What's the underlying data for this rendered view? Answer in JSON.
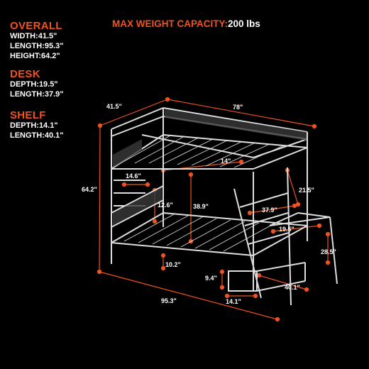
{
  "overall": {
    "title": "OVERALL",
    "width": "WIDTH:41.5\"",
    "length": "LENGTH:95.3\"",
    "height": "HEIGHT:64.2\""
  },
  "desk": {
    "title": "DESK",
    "depth": "DEPTH:19.5\"",
    "length": "LENGTH:37.9\""
  },
  "shelf": {
    "title": "SHELF",
    "depth": "DEPTH:14.1\"",
    "length": "LENGTH:40.1\""
  },
  "capacity": {
    "label": "MAX WEIGHT CAPACITY:",
    "value": "200 lbs"
  },
  "dimensions": {
    "width_top": "41.5\"",
    "length_top": "78\"",
    "height_total": "64.2\"",
    "ladder_rung": "14.6\"",
    "top_bunk_rail": "14\"",
    "lower_guard": "12.6\"",
    "clearance": "38.9\"",
    "desk_height": "21.5\"",
    "desk_length": "37.9\"",
    "desk_depth": "19.5\"",
    "desk_leg": "28.5\"",
    "base_gap": "10.2\"",
    "shelf_height": "9.4\"",
    "shelf_length": "40.1\"",
    "shelf_depth": "14.1\"",
    "overall_length": "95.3\""
  },
  "colors": {
    "accent": "#f0531f",
    "text": "#ffffff",
    "background": "#000000",
    "frame": "#dedede"
  }
}
